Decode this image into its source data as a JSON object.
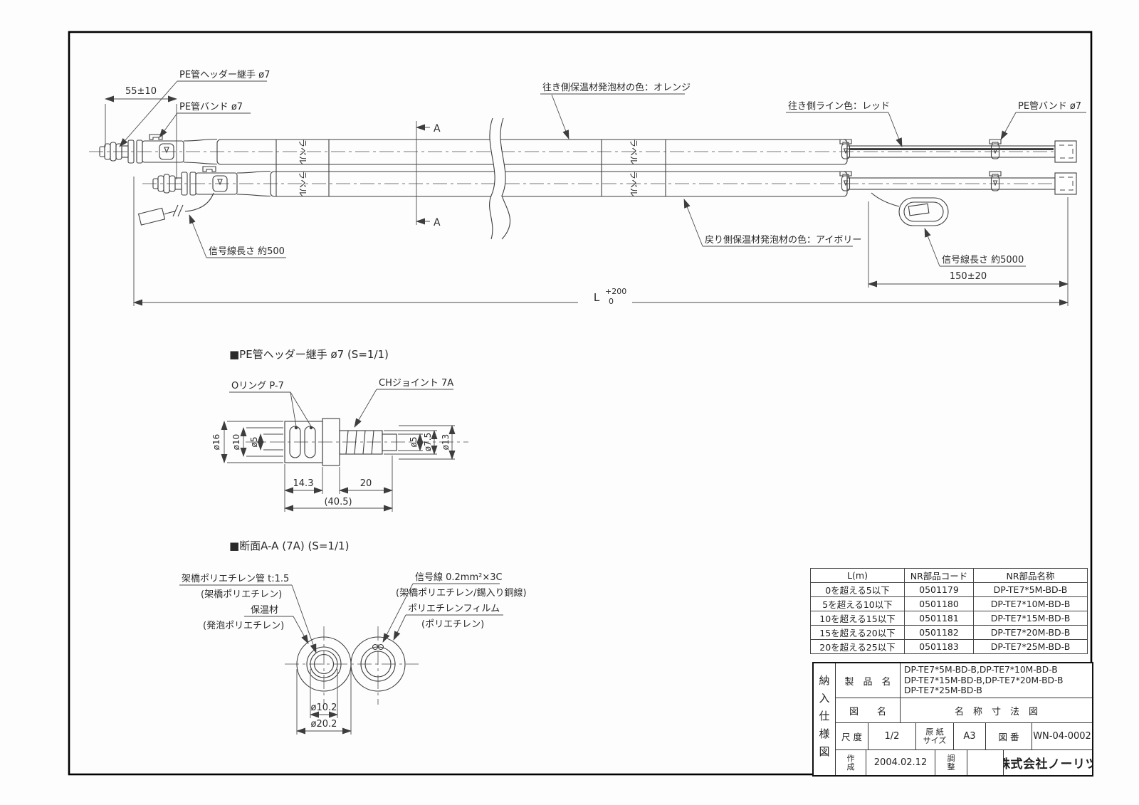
{
  "main_view": {
    "pe_header_joint": "PE管ヘッダー継手 ø7",
    "dim_55": "55±10",
    "pe_band_left": "PE管バンド ø7",
    "outbound_foam": "往き側保温材発泡材の色：オレンジ",
    "outbound_line": "往き側ライン色：レッド",
    "pe_band_right": "PE管バンド ø7",
    "return_foam": "戻り側保温材発泡材の色：アイボリー",
    "signal_left": "信号線長さ 約500",
    "signal_right": "信号線長さ 約5000",
    "dim_150": "150±20",
    "dim_L": "L",
    "dim_L_plus": "+200",
    "dim_L_zero": "0",
    "section_a_top": "A",
    "section_a_bottom": "A",
    "label_band_text": "ラベル"
  },
  "joint_detail": {
    "title": "■PE管ヘッダー継手 ø7 (S=1/1)",
    "oring": "Oリング P-7",
    "ch_joint": "CHジョイント 7A",
    "dim_d16": "ø16",
    "dim_d10": "ø10",
    "dim_d5_left": "ø5",
    "dim_d5_right": "ø5",
    "dim_d75": "ø7.5",
    "dim_d13": "ø13",
    "dim_143": "14.3",
    "dim_20": "20",
    "dim_405": "(40.5)"
  },
  "section_view": {
    "title": "■断面A-A (7A) (S=1/1)",
    "xlpe_pipe": "架橋ポリエチレン管 t:1.5",
    "xlpe_pipe_sub": "(架橋ポリエチレン)",
    "insulation": "保温材",
    "insulation_sub": "(発泡ポリエチレン)",
    "signal": "信号線 0.2mm²×3C",
    "signal_sub": "(架橋ポリエチレン/錫入り銅線)",
    "film": "ポリエチレンフィルム",
    "film_sub": "(ポリエチレン)",
    "dim_inner": "ø10.2",
    "dim_outer": "ø20.2"
  },
  "parts_table": {
    "headers": [
      "L(m)",
      "NR部品コード",
      "NR部品名称"
    ],
    "rows": [
      {
        "range": "0を超える5以下",
        "code": "0501179",
        "name": "DP-TE7*5M-BD-B"
      },
      {
        "range": "5を超える10以下",
        "code": "0501180",
        "name": "DP-TE7*10M-BD-B"
      },
      {
        "range": "10を超える15以下",
        "code": "0501181",
        "name": "DP-TE7*15M-BD-B"
      },
      {
        "range": "15を超える20以下",
        "code": "0501182",
        "name": "DP-TE7*20M-BD-B"
      },
      {
        "range": "20を超える25以下",
        "code": "0501183",
        "name": "DP-TE7*25M-BD-B"
      }
    ]
  },
  "title_block": {
    "doc_type_vertical": "納入仕様図",
    "product_label": "製　品　名",
    "product_line1": "DP-TE7*5M-BD-B,DP-TE7*10M-BD-B",
    "product_line2": "DP-TE7*15M-BD-B,DP-TE7*20M-BD-B",
    "product_line3": "DP-TE7*25M-BD-B",
    "drawing_label": "図　　名",
    "drawing_name": "名　称　寸　法　図",
    "scale_label": "尺 度",
    "scale_value": "1/2",
    "paper_label_top": "原 紙",
    "paper_label_bottom": "サイズ",
    "paper_value": "A3",
    "number_label": "図 番",
    "number_value": "WN-04-0002",
    "created_label_top": "作",
    "created_label_bottom": "成",
    "created_value": "2004.02.12",
    "adjust_label_top": "調",
    "adjust_label_bottom": "整",
    "company": "株式会社ノーリツ"
  }
}
